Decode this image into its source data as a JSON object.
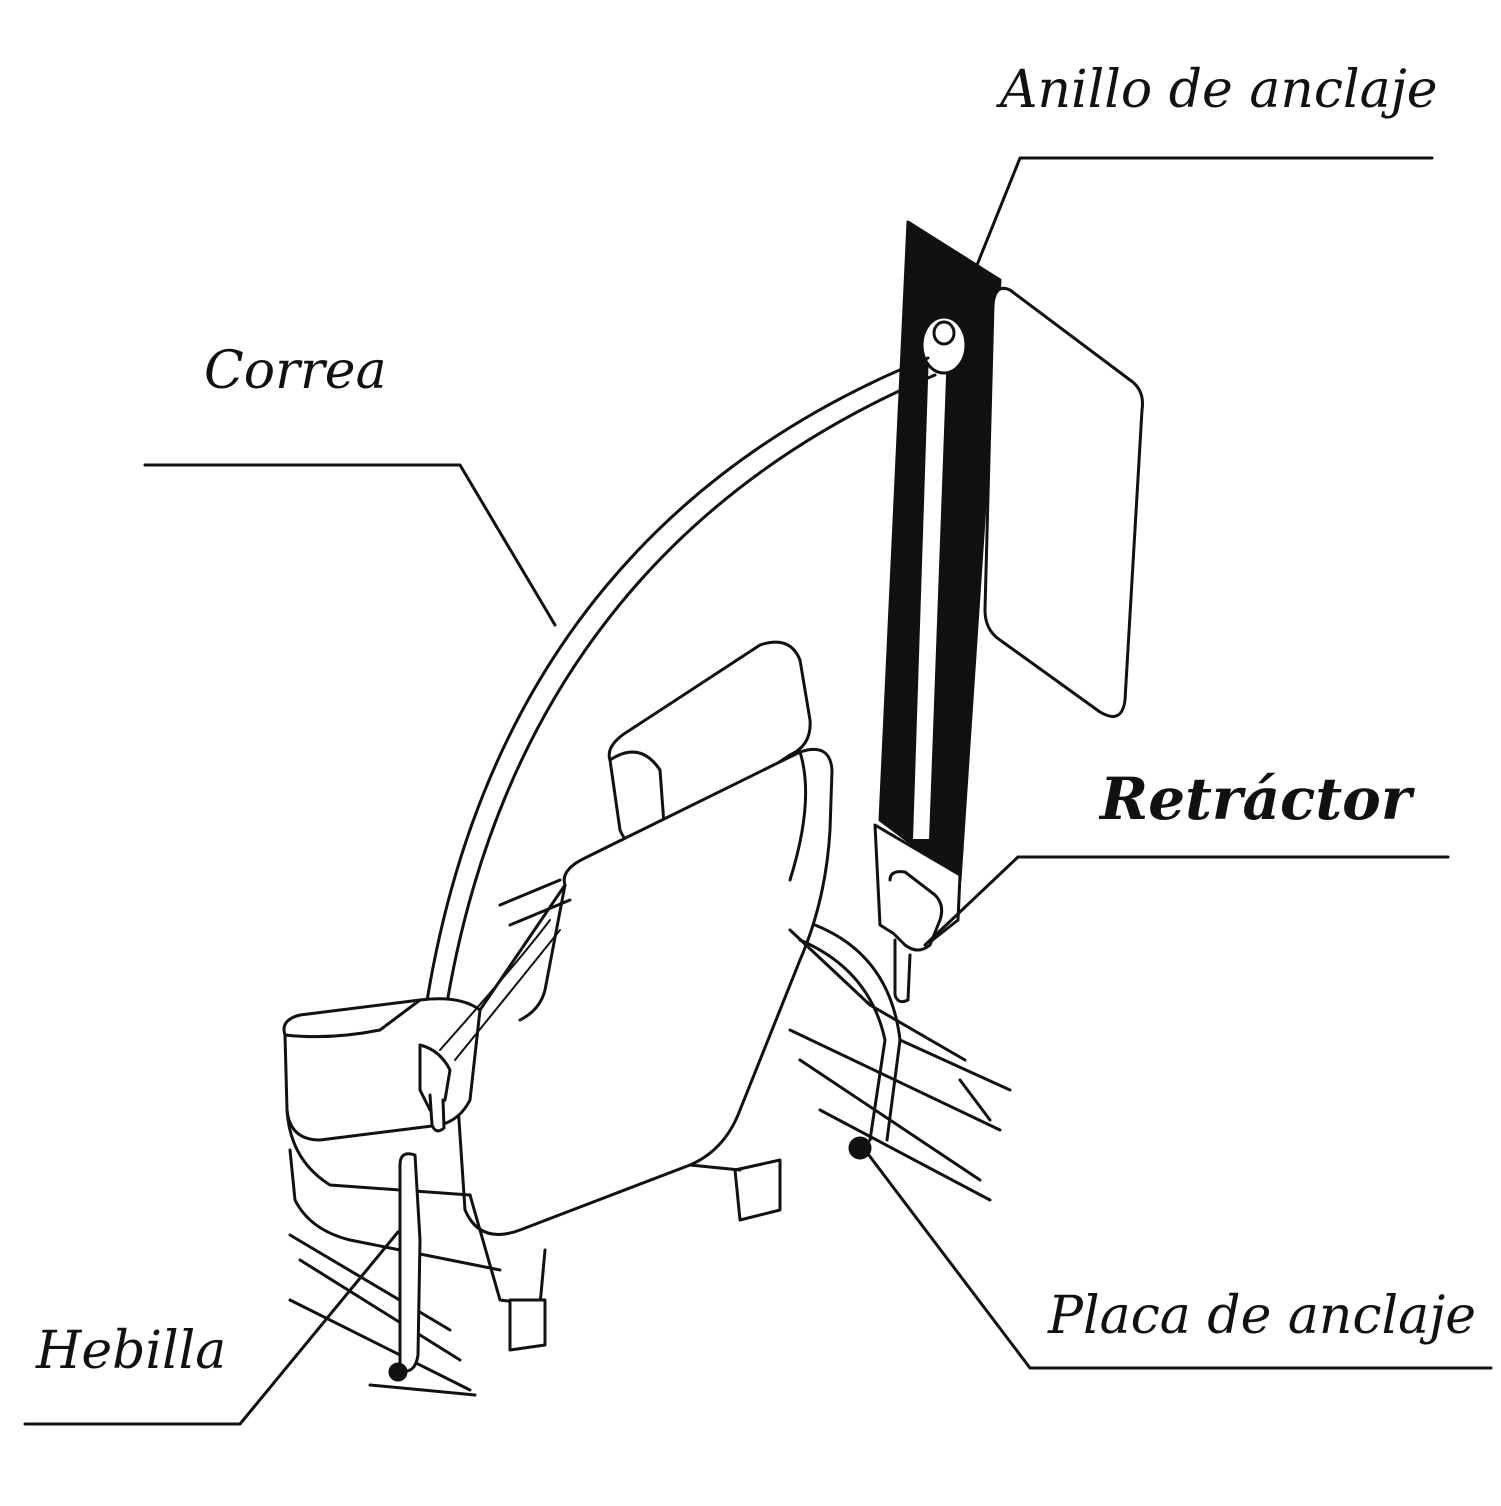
{
  "labels": {
    "anillo": "Anillo de anclaje",
    "correa": "Correa",
    "retractor": "Retráctor",
    "placa": "Placa de anclaje",
    "hebilla": "Hebilla"
  },
  "colors": {
    "ink": "#111111",
    "background": "#ffffff"
  }
}
